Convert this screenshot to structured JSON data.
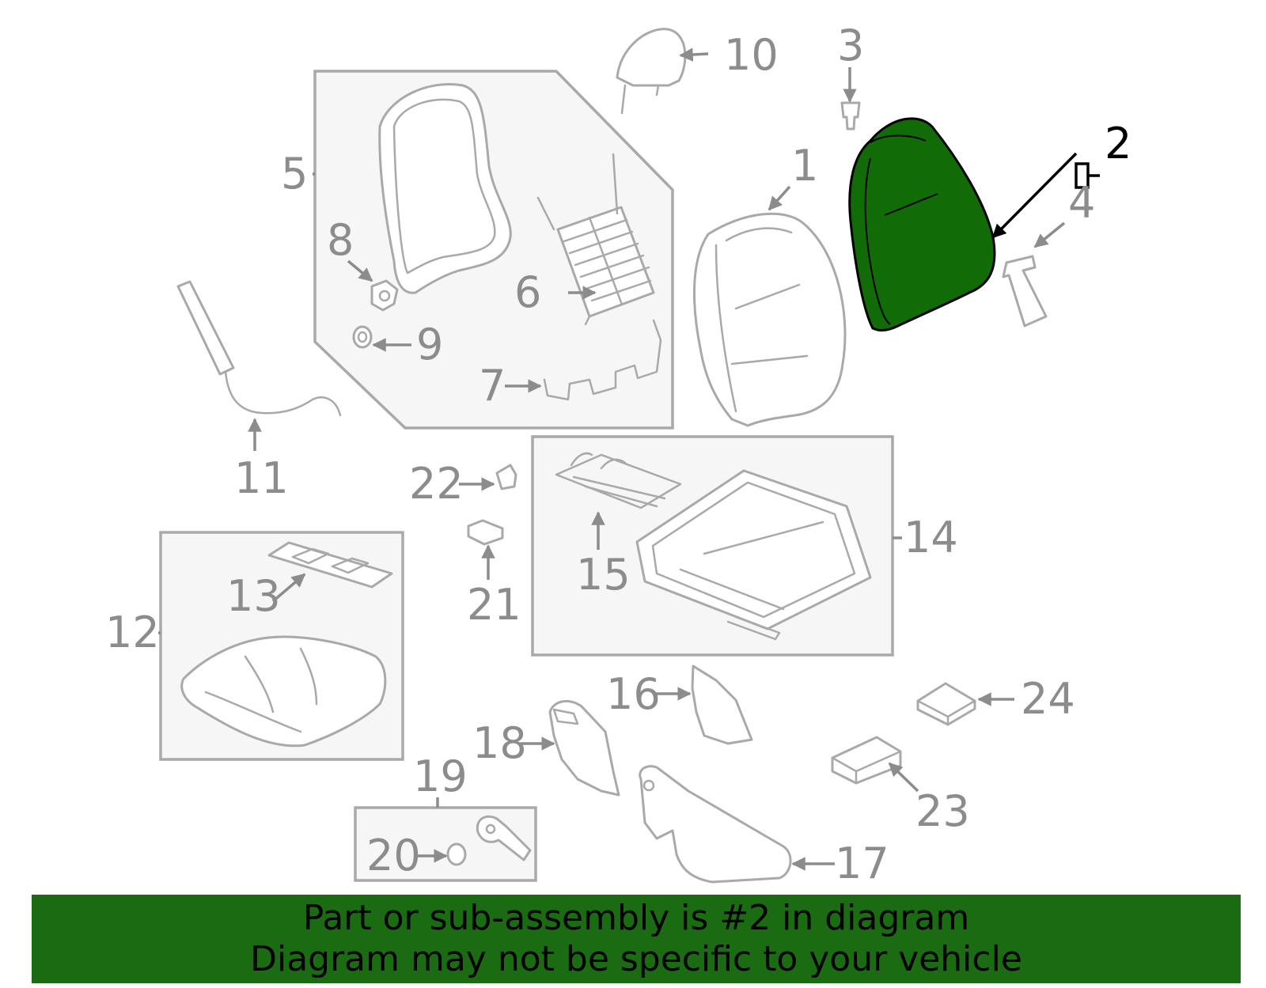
{
  "callouts": {
    "c1": "1",
    "c2": "2",
    "c3": "3",
    "c4": "4",
    "c5": "5",
    "c6": "6",
    "c7": "7",
    "c8": "8",
    "c9": "9",
    "c10": "10",
    "c11": "11",
    "c12": "12",
    "c13": "13",
    "c14": "14",
    "c15": "15",
    "c16": "16",
    "c17": "17",
    "c18": "18",
    "c19": "19",
    "c20": "20",
    "c21": "21",
    "c22": "22",
    "c23": "23",
    "c24": "24"
  },
  "highlight": {
    "part": "2",
    "color": "#116b06"
  },
  "banner": {
    "line1": "Part or sub-assembly is #2 in diagram",
    "line2": "Diagram may not be specific to your vehicle",
    "color": "#1b6b12"
  }
}
